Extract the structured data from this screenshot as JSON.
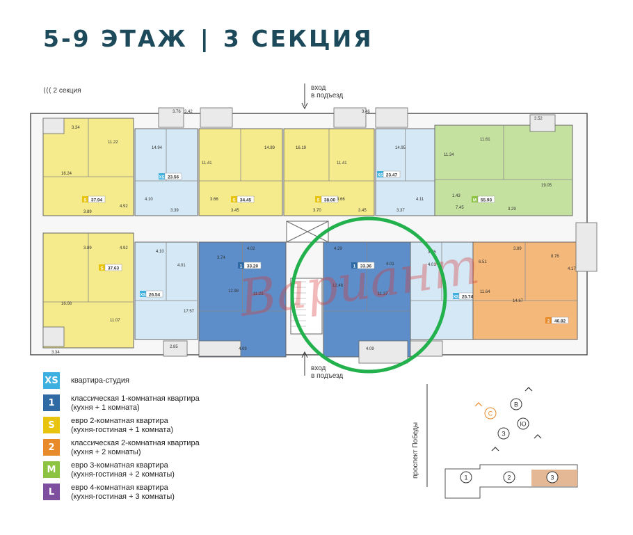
{
  "title": {
    "floors": "5-9 ЭТАЖ",
    "separator": "|",
    "section": "3 СЕКЦИЯ"
  },
  "neighbor_section": "⟨⟨⟨ 2 секция",
  "entrance_top": {
    "line1": "вход",
    "line2": "в подъезд"
  },
  "entrance_bottom": {
    "line1": "вход",
    "line2": "в подъезд"
  },
  "watermark": "Вариант",
  "street": "проспект Победы",
  "colors": {
    "XS": "#3eb0e0",
    "1": "#2f6aa5",
    "S": "#e8c40e",
    "2": "#e8892a",
    "M": "#8cc342",
    "L": "#7d4f9e",
    "studio_fill": "#d4e8f5",
    "one_fill": "#5d8ec9",
    "euro2_fill": "#f5ea8c",
    "two_fill": "#f3b87a",
    "euro3_fill": "#c5e1a0",
    "highlight": "#22b14c",
    "watermark": "#d9383a"
  },
  "legend": [
    {
      "code": "XS",
      "line1": "квартира-студия",
      "line2": ""
    },
    {
      "code": "1",
      "line1": "классическая 1-комнатная квартира",
      "line2": "(кухня + 1 комната)"
    },
    {
      "code": "S",
      "line1": "евро 2-комнатная квартира",
      "line2": "(кухня-гостиная + 1 комната)"
    },
    {
      "code": "2",
      "line1": "классическая 2-комнатная квартира",
      "line2": "(кухня + 2 комнаты)"
    },
    {
      "code": "M",
      "line1": "евро 3-комнатная квартира",
      "line2": "(кухня-гостиная + 2 комнаты)"
    },
    {
      "code": "L",
      "line1": "евро 4-комнатная квартира",
      "line2": "(кухня-гостиная + 3 комнаты)"
    }
  ],
  "apartments": [
    {
      "type": "S",
      "area": "37.94"
    },
    {
      "type": "XS",
      "area": "23.56"
    },
    {
      "type": "S",
      "area": "34.45"
    },
    {
      "type": "S",
      "area": "38.00"
    },
    {
      "type": "XS",
      "area": "23.47"
    },
    {
      "type": "M",
      "area": "55.93"
    },
    {
      "type": "S",
      "area": "37.63"
    },
    {
      "type": "XS",
      "area": "26.54"
    },
    {
      "type": "1",
      "area": "33.20"
    },
    {
      "type": "1",
      "area": "33.36"
    },
    {
      "type": "XS",
      "area": "25.74"
    },
    {
      "type": "2",
      "area": "46.82"
    }
  ],
  "rooms": [
    "3.34",
    "11.22",
    "16.24",
    "3.89",
    "4.92",
    "3.76",
    "14.94",
    "4.10",
    "3.39",
    "3.42",
    "11.41",
    "14.89",
    "3.66",
    "3.45",
    "3.46",
    "16.19",
    "11.41",
    "3.70",
    "3.66",
    "3.45",
    "14.95",
    "3.37",
    "4.11",
    "11.34",
    "11.61",
    "3.52",
    "1.43",
    "19.05",
    "7.45",
    "3.29",
    "3.89",
    "4.92",
    "16.08",
    "11.07",
    "3.34",
    "4.10",
    "4.01",
    "17.57",
    "2.85",
    "3.74",
    "4.02",
    "12.98",
    "11.23",
    "4.09",
    "4.29",
    "4.01",
    "12.46",
    "11.37",
    "4.09",
    "3.75",
    "4.01",
    "6.51",
    "3.89",
    "8.76",
    "4.17",
    "11.64",
    "14.67"
  ],
  "compass": {
    "directions": [
      "С",
      "В",
      "Ю",
      "З"
    ]
  },
  "site_sections": [
    "1",
    "2",
    "3"
  ]
}
